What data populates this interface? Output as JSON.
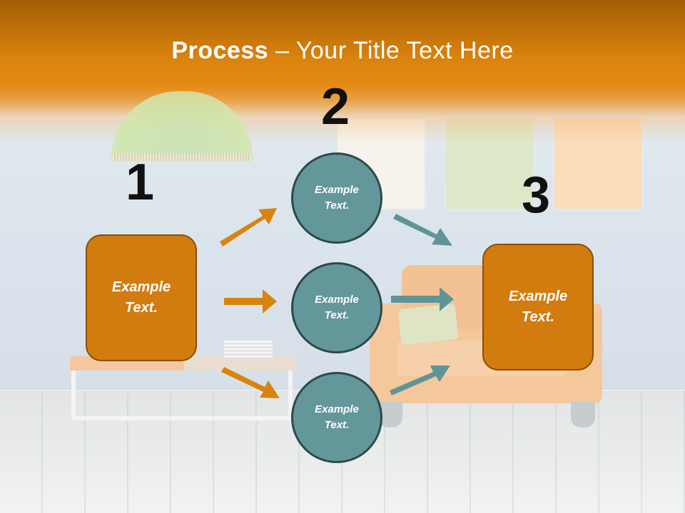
{
  "title": {
    "bold": "Process",
    "separator": " – ",
    "rest": "Your Title Text Here"
  },
  "steps": {
    "step1": "1",
    "step2": "2",
    "step3": "3"
  },
  "box_left": {
    "text": "Example\nText."
  },
  "box_right": {
    "text": "Example\nText."
  },
  "circles": [
    {
      "text": "Example\nText."
    },
    {
      "text": "Example\nText."
    },
    {
      "text": "Example\nText."
    }
  ],
  "colors": {
    "title_band": "#e38a14",
    "box_fill": "#d27c0f",
    "circle_fill": "#64979a",
    "orange_arrow": "#d9830f",
    "teal_arrow": "#5f9597"
  }
}
